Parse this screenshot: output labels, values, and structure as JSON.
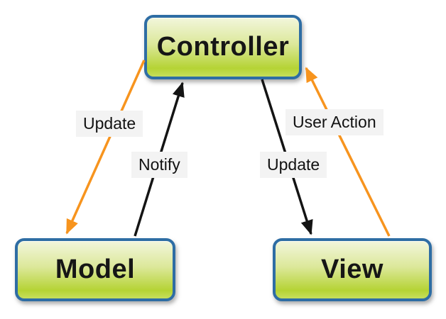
{
  "diagram": {
    "nodes": {
      "controller": {
        "label": "Controller"
      },
      "model": {
        "label": "Model"
      },
      "view": {
        "label": "View"
      }
    },
    "edges": [
      {
        "id": "controller-to-model",
        "label": "Update",
        "from": "Controller",
        "to": "Model",
        "color": "#F7941E"
      },
      {
        "id": "model-to-controller",
        "label": "Notify",
        "from": "Model",
        "to": "Controller",
        "color": "#141414"
      },
      {
        "id": "controller-to-view",
        "label": "Update",
        "from": "Controller",
        "to": "View",
        "color": "#141414"
      },
      {
        "id": "view-to-controller",
        "label": "User Action",
        "from": "View",
        "to": "Controller",
        "color": "#F7941E"
      }
    ],
    "colors": {
      "arrow_orange": "#F7941E",
      "arrow_black": "#141414",
      "node_border": "#2E6DA4",
      "node_fill_top": "#F2F6DC",
      "node_fill_bottom": "#B5D334",
      "label_background": "#F3F3F3",
      "background": "#FFFFFF"
    }
  }
}
